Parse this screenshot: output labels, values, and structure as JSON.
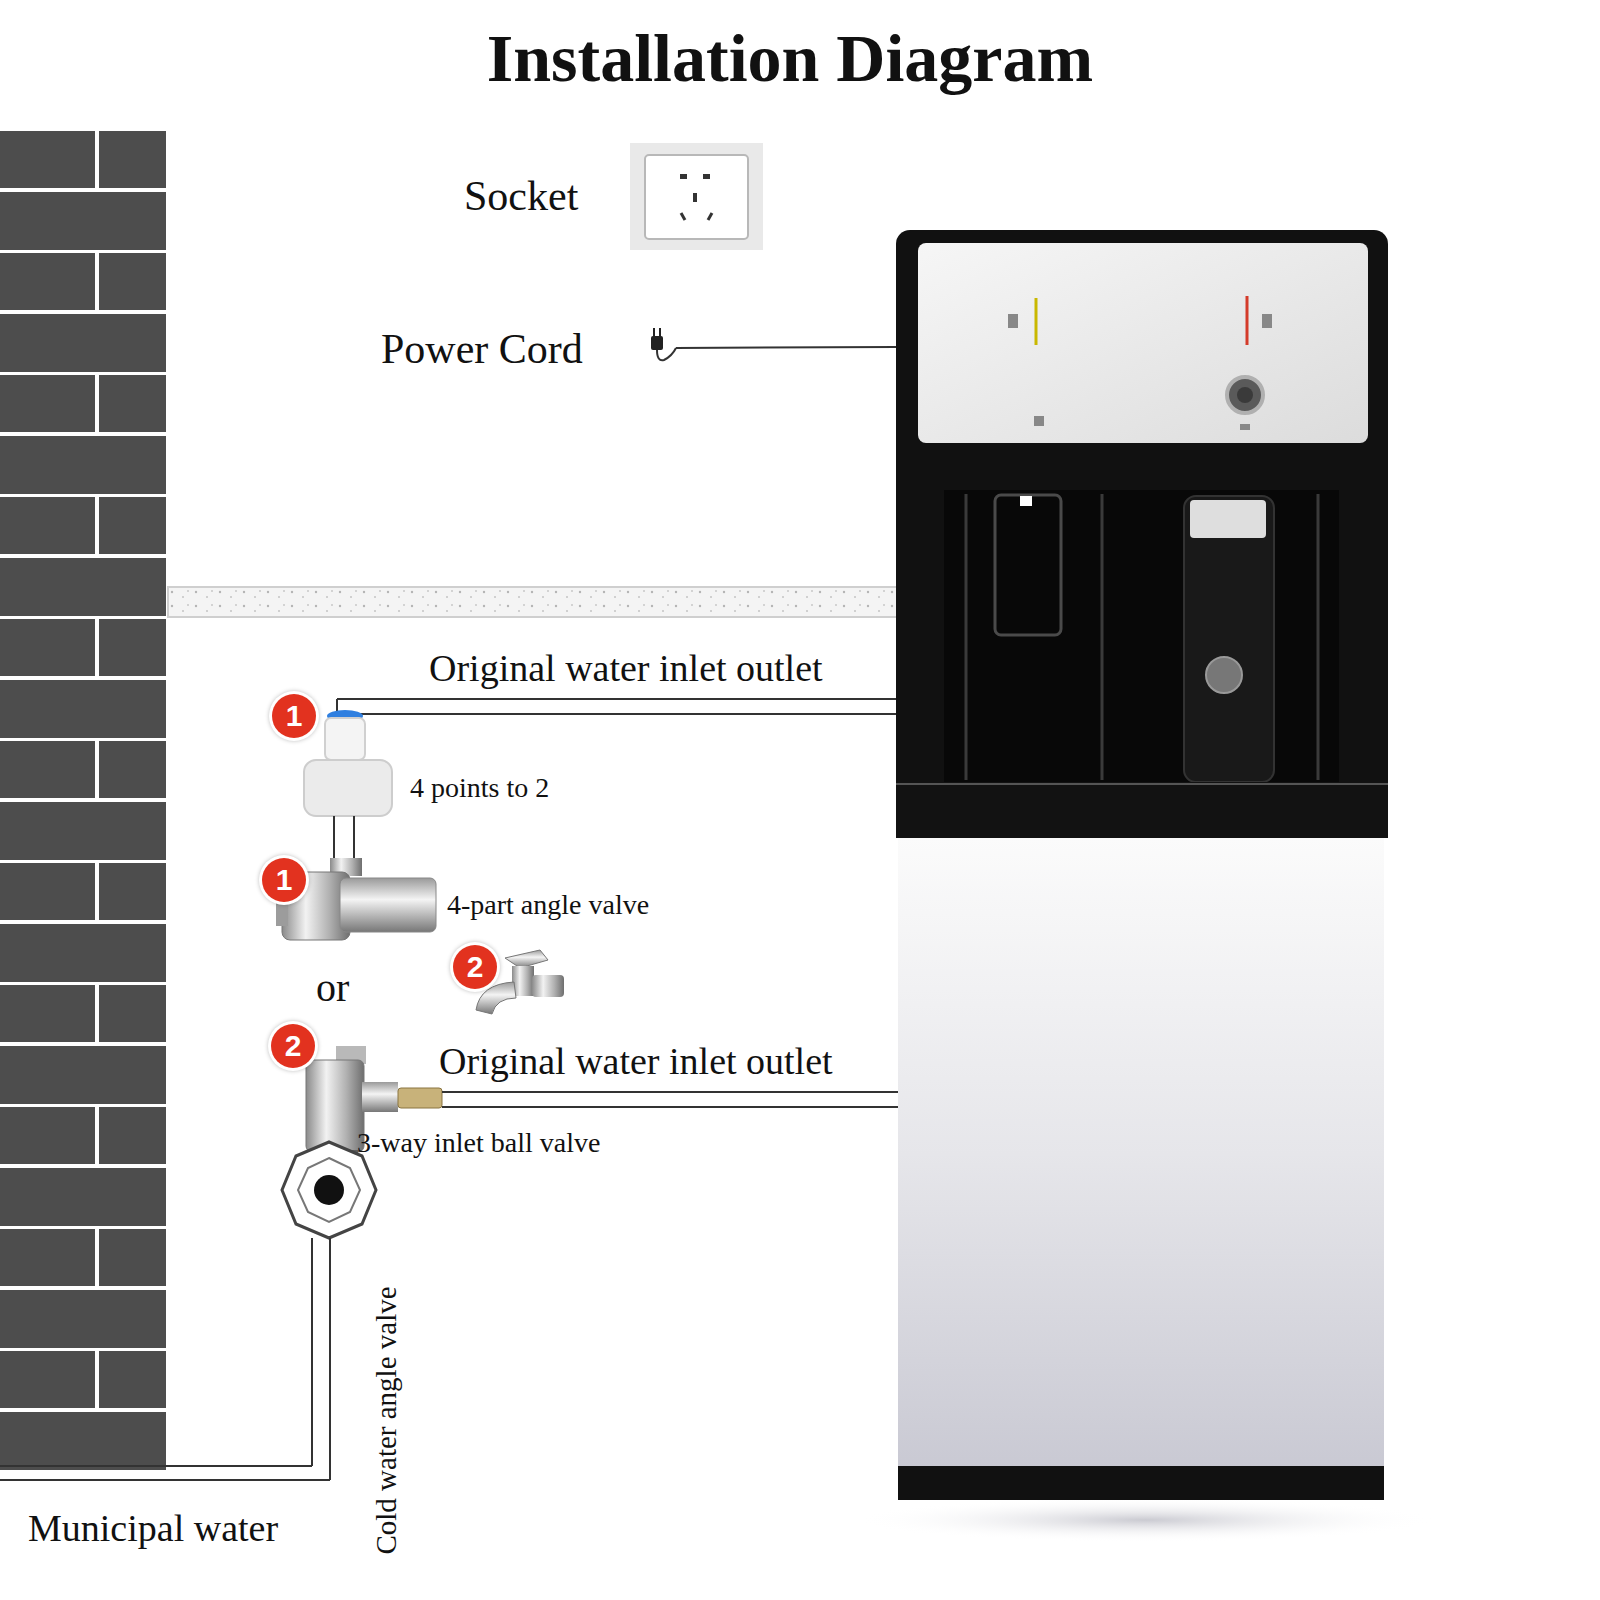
{
  "diagram": {
    "title": "Installation Diagram",
    "labels": [
      "Socket",
      "Power Cord",
      "Original water inlet outlet",
      "1",
      "4 points to 2",
      "1",
      "4-part angle valve",
      "or",
      "2",
      "2",
      "Original water inlet outlet",
      "3-way inlet ball valve",
      "Cold water angle valve",
      "Municipal water"
    ]
  }
}
